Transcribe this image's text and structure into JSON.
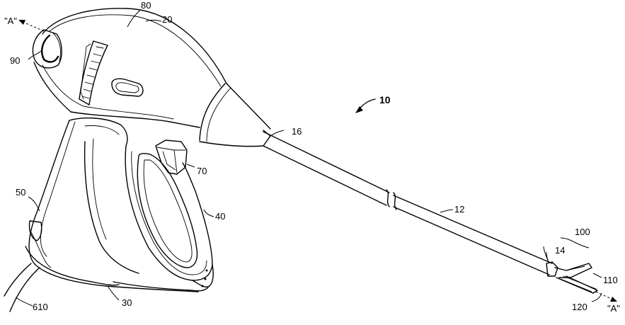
{
  "figure": {
    "labels": {
      "ref_10": "10",
      "ref_12": "12",
      "ref_14": "14",
      "ref_16": "16",
      "ref_20": "20",
      "ref_30": "30",
      "ref_40": "40",
      "ref_50": "50",
      "ref_70": "70",
      "ref_80": "80",
      "ref_90": "90",
      "ref_100": "100",
      "ref_110": "110",
      "ref_120": "120",
      "ref_610": "610",
      "axis_a_proximal": "\"A\"",
      "axis_a_distal": "\"A\""
    }
  }
}
